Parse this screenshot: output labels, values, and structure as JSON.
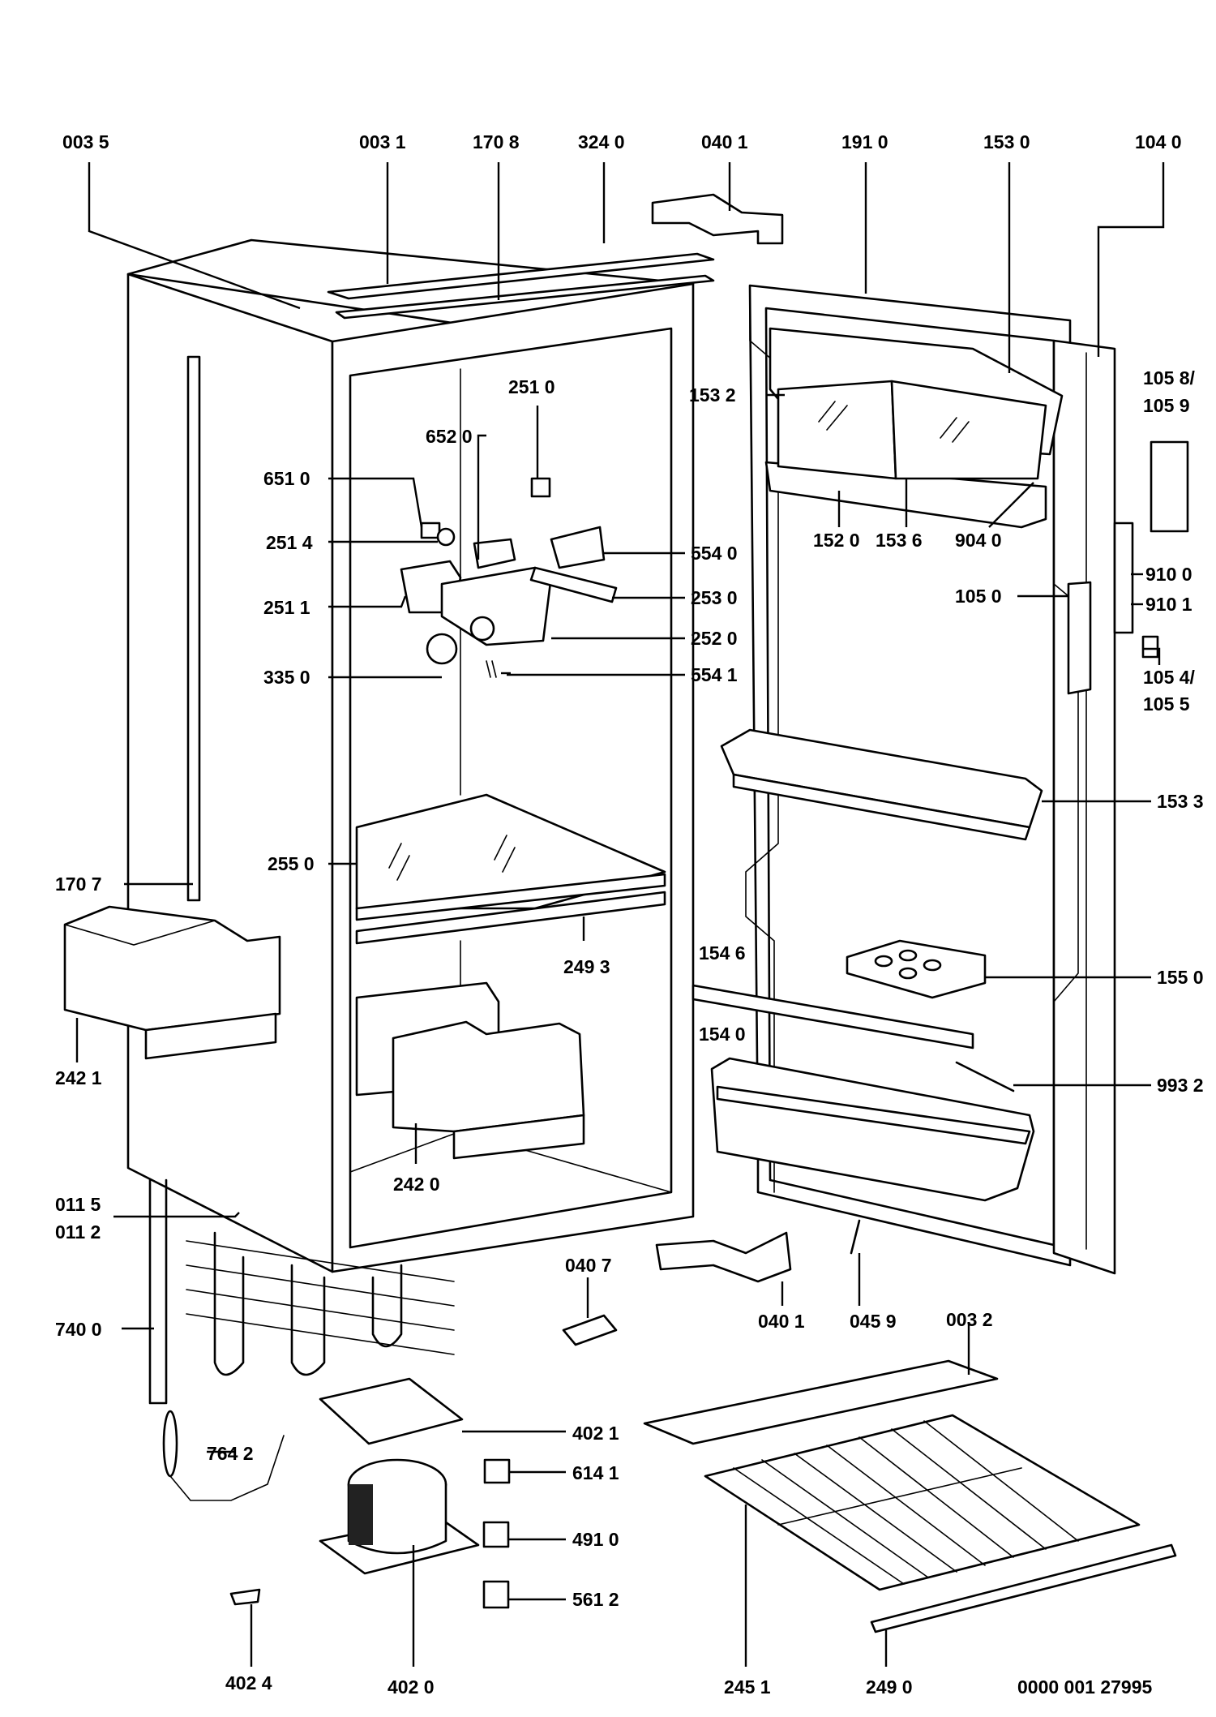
{
  "labels": {
    "l0035": "003 5",
    "l0031": "003 1",
    "l1708": "170 8",
    "l3240": "324 0",
    "l0401a": "040 1",
    "l1910": "191 0",
    "l1530": "153 0",
    "l1040": "104 0",
    "l1058": "105 8/",
    "l1059": "105 9",
    "l2510": "251 0",
    "l6520": "652 0",
    "l1532": "153 2",
    "l6510": "651 0",
    "l2514": "251 4",
    "l1520": "152 0",
    "l1536": "153 6",
    "l9040": "904 0",
    "l5540": "554 0",
    "l9100": "910 0",
    "l2511": "251 1",
    "l2530": "253 0",
    "l1050": "105 0",
    "l9101": "910 1",
    "l2520": "252 0",
    "l3350": "335 0",
    "l5541": "554 1",
    "l1054": "105 4/",
    "l1055": "105 5",
    "l1533": "153 3",
    "l2550": "255 0",
    "l1707": "170 7",
    "l2493": "249 3",
    "l1546": "154 6",
    "l1550": "155 0",
    "l2421": "242 1",
    "l1540": "154 0",
    "l9932": "993 2",
    "l2420": "242 0",
    "l0115": "011 5",
    "l0112": "011 2",
    "l0407": "040 7",
    "l0401b": "040 1",
    "l0459": "045 9",
    "l0032": "003 2",
    "l7400": "740 0",
    "l4021": "402 1",
    "l7642": "764 2",
    "l6141": "614 1",
    "l4910": "491 0",
    "l5612": "561 2",
    "l4024": "402 4",
    "l4020": "402 0",
    "l2451": "245 1",
    "l2490": "249 0",
    "docnum": "0000 001 27995"
  },
  "icons": [
    "fridge-cabinet",
    "fridge-door",
    "compressor",
    "door-hinge",
    "wire-shelf",
    "door-tray",
    "glass-shelf",
    "crisper-drawer"
  ]
}
